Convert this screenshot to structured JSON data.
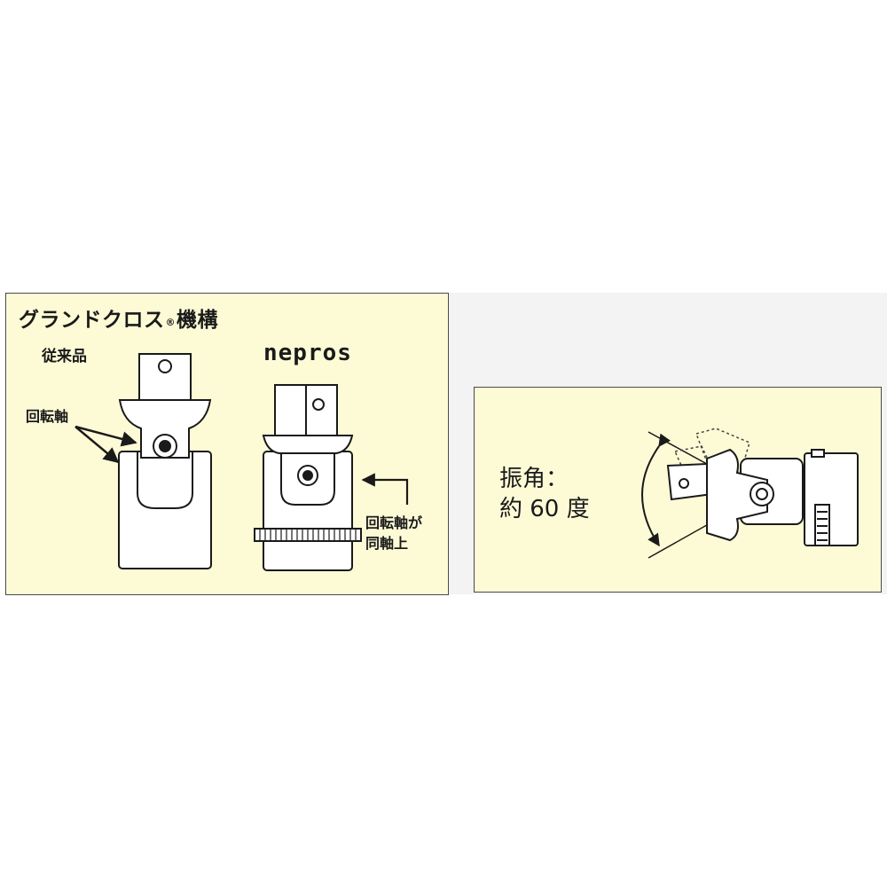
{
  "left_panel": {
    "title_main": "グランドクロス",
    "title_mark": "®",
    "title_suffix": "機構",
    "conventional_label": "従来品",
    "pivot_axis_label": "回転軸",
    "brand_logo": "nepros",
    "coaxial_line1": "回転軸が",
    "coaxial_line2": "同軸上"
  },
  "right_panel": {
    "swing_line1": "振角：",
    "swing_line2": "約 60 度"
  },
  "colors": {
    "panel_fill": "#fdfbd6",
    "outline": "#1a1a1a",
    "metal": "#ffffff"
  }
}
